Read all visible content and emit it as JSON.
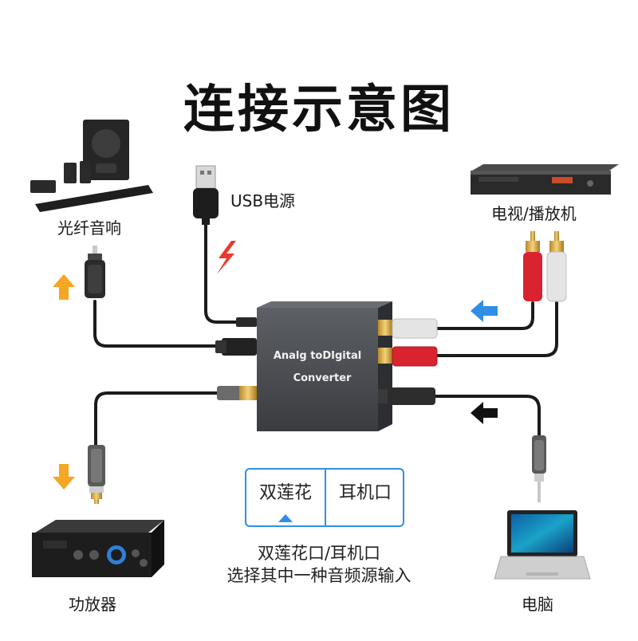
{
  "title": "连接示意图",
  "labels": {
    "optical_speaker": "光纤音响",
    "usb_power": "USB电源",
    "tv_player": "电视/播放机",
    "amplifier": "功放器",
    "computer": "电脑"
  },
  "converter": {
    "line1": "Analg toDIgital",
    "line2": "Converter"
  },
  "selector": {
    "left": "双莲花",
    "right": "耳机口"
  },
  "note": {
    "line1": "双莲花口/耳机口",
    "line2": "选择其中一种音频源输入"
  },
  "colors": {
    "accent_blue": "#2f8fe6",
    "arrow_orange": "#f5a623",
    "bolt_red": "#e8392f",
    "cable": "#1b1b1b",
    "converter_body": "#4a4d52",
    "rca_red": "#d9232e",
    "rca_white": "#e4e4e4"
  }
}
